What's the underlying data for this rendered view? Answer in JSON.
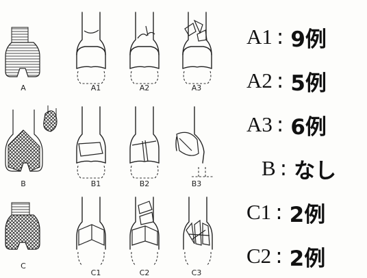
{
  "figure": {
    "rows": [
      {
        "group": "A",
        "subtypes": [
          "A1",
          "A2",
          "A3"
        ]
      },
      {
        "group": "B",
        "subtypes": [
          "B1",
          "B2",
          "B3"
        ]
      },
      {
        "group": "C",
        "subtypes": [
          "C1",
          "C2",
          "C3"
        ]
      }
    ]
  },
  "stats": [
    {
      "code": "A1",
      "colon": ":",
      "count": "9例"
    },
    {
      "code": "A2",
      "colon": ":",
      "count": "5例"
    },
    {
      "code": "A3",
      "colon": ":",
      "count": "6例"
    },
    {
      "code": "B",
      "colon": ":",
      "count": "なし"
    },
    {
      "code": "C1",
      "colon": ":",
      "count": "2例"
    },
    {
      "code": "C2",
      "colon": ":",
      "count": "2例"
    }
  ]
}
